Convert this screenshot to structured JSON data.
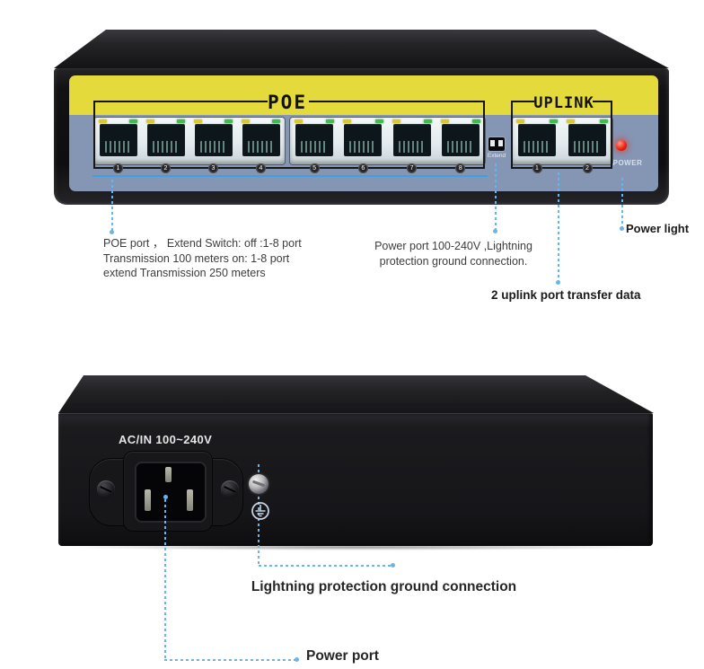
{
  "front": {
    "poe_label": "POE",
    "uplink_label": "UPLINK",
    "extend_label": "Extend",
    "power_led_label": "POWER",
    "poe_port_numbers": [
      "1",
      "2",
      "3",
      "4",
      "5",
      "6",
      "7",
      "8"
    ],
    "uplink_port_numbers": [
      "1",
      "2"
    ]
  },
  "front_annotations": {
    "poe_note_line1": "POE port ，  Extend Switch: off :1-8 port",
    "poe_note_line2": "Transmission 100 meters  on: 1-8 port",
    "poe_note_line3": "extend Transmission 250 meters",
    "power_note_line1": "Power port 100-240V ,Lightning",
    "power_note_line2": "protection ground connection.",
    "uplink_note": "2 uplink port transfer data",
    "power_light_note": "Power light"
  },
  "back": {
    "ac_label": "AC/IN 100~240V"
  },
  "back_annotations": {
    "ground_note": "Lightning protection ground connection",
    "power_port_note": "Power port"
  },
  "colors": {
    "panel_yellow": "#e5da3b",
    "panel_blue": "#8496b4",
    "annotation_blue": "#6ab4ec",
    "power_led_red": "#f02212",
    "led_yellow": "#d9c832",
    "led_green": "#43b94e"
  }
}
